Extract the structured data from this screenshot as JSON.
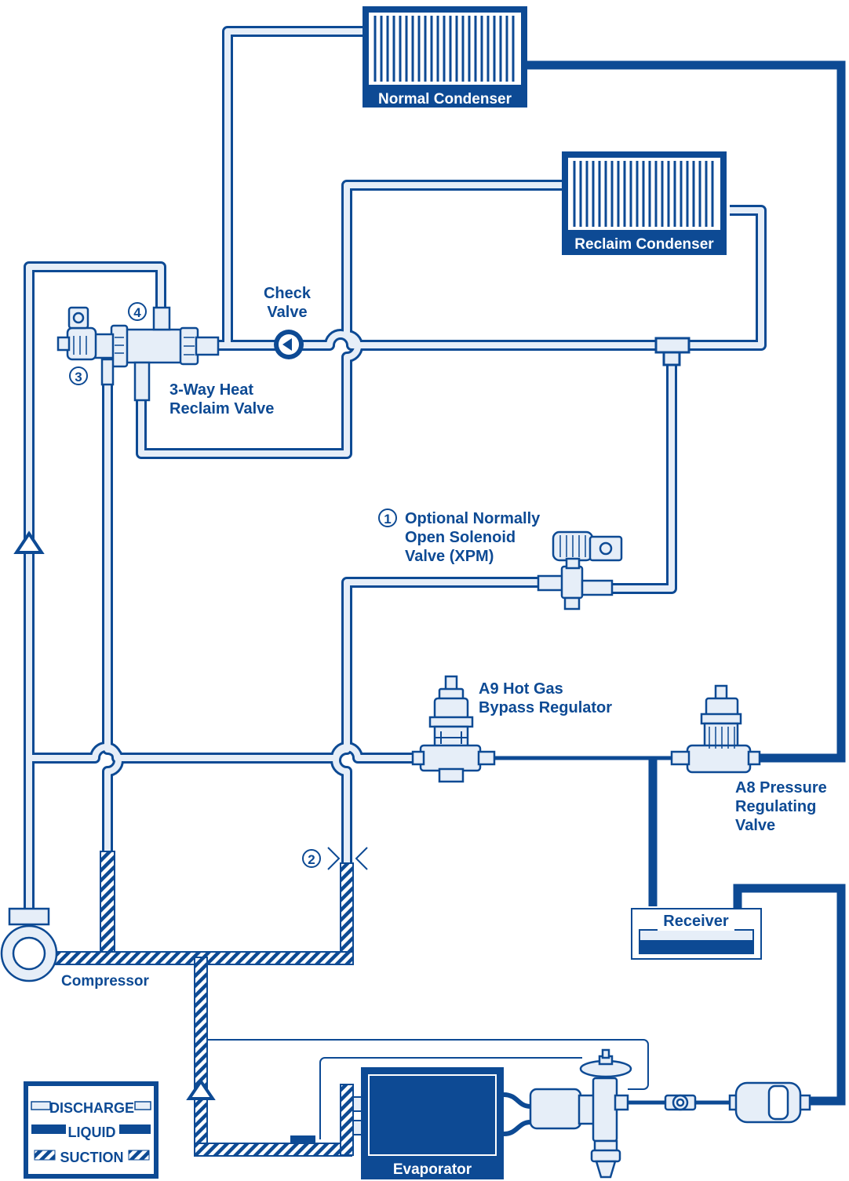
{
  "colors": {
    "blue": "#0d4a94",
    "pipe_fill": "#e6eef8",
    "white": "#ffffff"
  },
  "components": {
    "normal_condenser": "Normal Condenser",
    "reclaim_condenser": "Reclaim Condenser",
    "check_valve_line1": "Check",
    "check_valve_line2": "Valve",
    "three_way_line1": "3-Way Heat",
    "three_way_line2": "Reclaim Valve",
    "solenoid_line1": "Optional Normally",
    "solenoid_line2": "Open Solenoid",
    "solenoid_line3": "Valve (XPM)",
    "a9_line1": "A9 Hot Gas",
    "a9_line2": "Bypass Regulator",
    "a8_line1": "A8 Pressure",
    "a8_line2": "Regulating",
    "a8_line3": "Valve",
    "receiver": "Receiver",
    "compressor": "Compressor",
    "evaporator": "Evaporator"
  },
  "markers": {
    "m1": "1",
    "m2": "2",
    "m3": "3",
    "m4": "4"
  },
  "legend": {
    "discharge": "DISCHARGE",
    "liquid": "LIQUID",
    "suction": "SUCTION"
  },
  "icons": {
    "check_valve": "check-valve-icon",
    "flow_arrow": "flow-arrow-icon",
    "compressor": "compressor-icon",
    "solenoid": "solenoid-valve-icon",
    "regulator": "regulator-valve-icon",
    "sight_glass": "sight-glass-icon",
    "filter_drier": "filter-drier-icon",
    "expansion_valve": "expansion-valve-icon"
  }
}
